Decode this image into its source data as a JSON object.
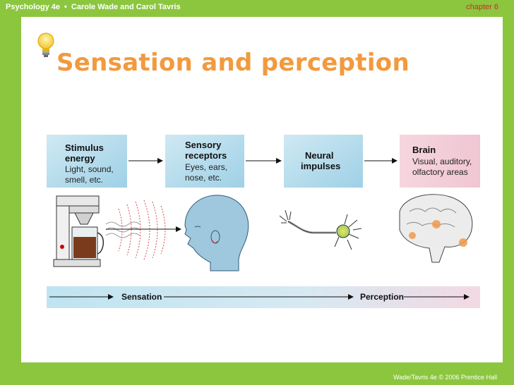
{
  "header": {
    "book": "Psychology 4e",
    "bullet": "•",
    "authors": "Carole Wade and Carol Tavris",
    "chapter": "chapter 6"
  },
  "title": "Sensation and perception",
  "diagram": {
    "stages": [
      {
        "title_lines": [
          "Stimulus",
          "energy"
        ],
        "sub_lines": [
          "Light, sound,",
          "smell, etc."
        ]
      },
      {
        "title_lines": [
          "Sensory",
          "receptors"
        ],
        "sub_lines": [
          "Eyes, ears,",
          "nose, etc."
        ]
      },
      {
        "title_lines": [
          "Neural",
          "impulses"
        ],
        "sub_lines": []
      },
      {
        "title_lines": [
          "Brain"
        ],
        "sub_lines": [
          "Visual, auditory,",
          "olfactory areas"
        ]
      }
    ],
    "bar": {
      "left_label": "Sensation",
      "right_label": "Perception"
    }
  },
  "footer": "Wade/Tavris 4e © 2006 Prentice Hall",
  "colors": {
    "background_green": "#8cc63f",
    "title_orange": "#f19a3e",
    "chapter_red": "#c4302b",
    "box_blue": "#b7dcec"
  }
}
